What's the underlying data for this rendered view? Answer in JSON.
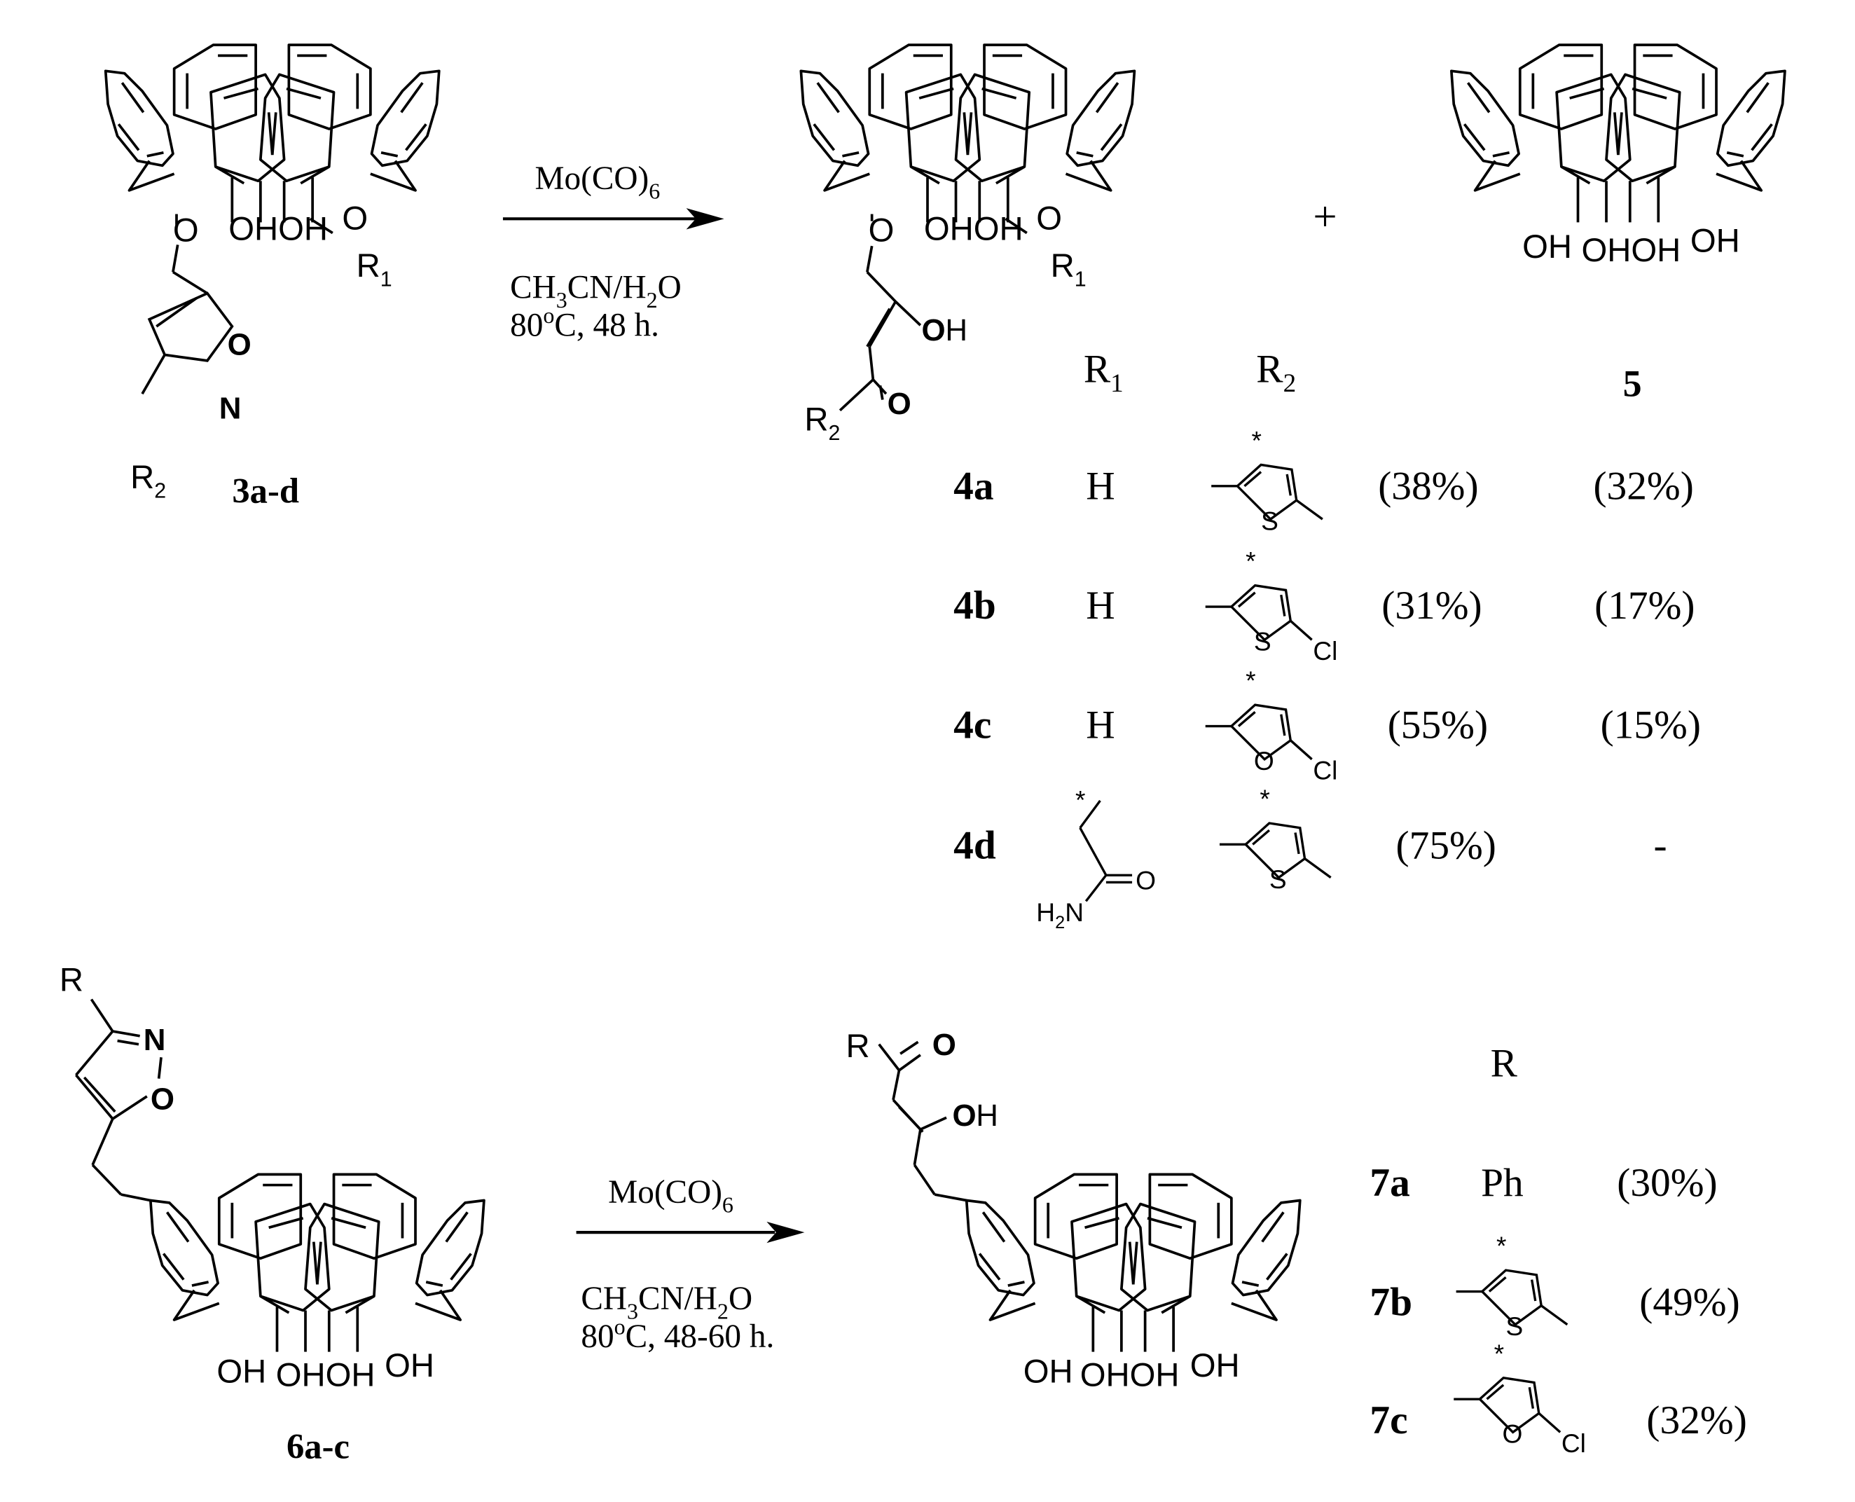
{
  "reaction1": {
    "reagent": "Mo(CO)",
    "reagent_sub": "6",
    "solvent": [
      "CH",
      "3",
      "CN/H",
      "2",
      "O"
    ],
    "temp_num": "80",
    "temp_sup": "o",
    "temp_rest": "C, 48 h."
  },
  "reaction2": {
    "reagent": "Mo(CO)",
    "reagent_sub": "6",
    "solvent": [
      "CH",
      "3",
      "CN/H",
      "2",
      "O"
    ],
    "temp_num": "80",
    "temp_sup": "o",
    "temp_rest": "C, 48-60 h."
  },
  "compounds": {
    "start1": "3a-d",
    "start2": "6a-c",
    "byproduct": "5",
    "plus": "+"
  },
  "atom_labels": {
    "O": "O",
    "N": "N",
    "OH": "OH",
    "OHOH": "OHOH",
    "R": "R",
    "R1_main": "R",
    "R1_sub": "1",
    "R2_main": "R",
    "R2_sub": "2",
    "S": "S",
    "Cl": "Cl",
    "H2N_H": "H",
    "H2N_2": "2",
    "H2N_N": "N",
    "star": "*"
  },
  "table1": {
    "col_r1": "R",
    "col_r1_sub": "1",
    "col_r2": "R",
    "col_r2_sub": "2",
    "col_5": "5",
    "rows": [
      {
        "id": "4a",
        "r1": "H",
        "yield4": "(38%)",
        "yield5": "(32%)"
      },
      {
        "id": "4b",
        "r1": "H",
        "yield4": "(31%)",
        "yield5": "(17%)"
      },
      {
        "id": "4c",
        "r1": "H",
        "yield4": "(55%)",
        "yield5": "(15%)"
      },
      {
        "id": "4d",
        "r1": "",
        "yield4": "(75%)",
        "yield5": "-"
      }
    ]
  },
  "table2": {
    "col_r": "R",
    "rows": [
      {
        "id": "7a",
        "r": "Ph",
        "yield": "(30%)"
      },
      {
        "id": "7b",
        "r": "",
        "yield": "(49%)"
      },
      {
        "id": "7c",
        "r": "",
        "yield": "(32%)"
      }
    ]
  }
}
